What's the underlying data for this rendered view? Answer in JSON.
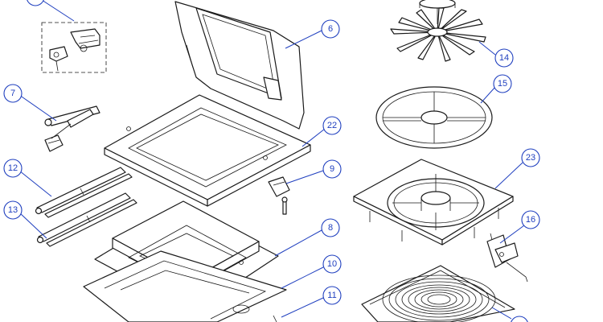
{
  "colors": {
    "callout": "#1f3fbf",
    "line": "#1a1a1a",
    "background": "#ffffff"
  },
  "callouts": {
    "c6": "6",
    "c7": "7",
    "c8": "8",
    "c9": "9",
    "c10": "10",
    "c11": "11",
    "c12": "12",
    "c13": "13",
    "c14": "14",
    "c15": "15",
    "c16": "16",
    "c22": "22",
    "c23": "23"
  }
}
